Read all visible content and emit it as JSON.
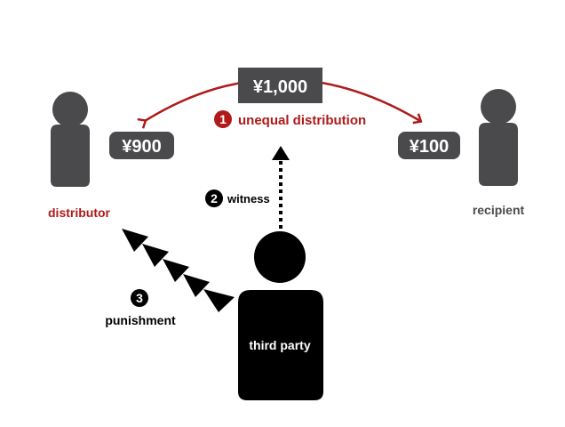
{
  "colors": {
    "dark_gray": "#4a4a4d",
    "black": "#000000",
    "red": "#b01a1a",
    "white": "#ffffff"
  },
  "money": {
    "total": "¥1,000",
    "distributor_share": "¥900",
    "recipient_share": "¥100"
  },
  "steps": {
    "step1": {
      "number": "1",
      "label": "unequal distribution"
    },
    "step2": {
      "number": "2",
      "label": "witness"
    },
    "step3": {
      "number": "3",
      "label": "punishment"
    }
  },
  "people": {
    "distributor": "distributor",
    "recipient": "recipient",
    "third_party": "third party"
  },
  "icons": [
    "person-icon",
    "curved-arrow-icon",
    "dotted-arrow-icon",
    "chevron-arrow-icon"
  ]
}
